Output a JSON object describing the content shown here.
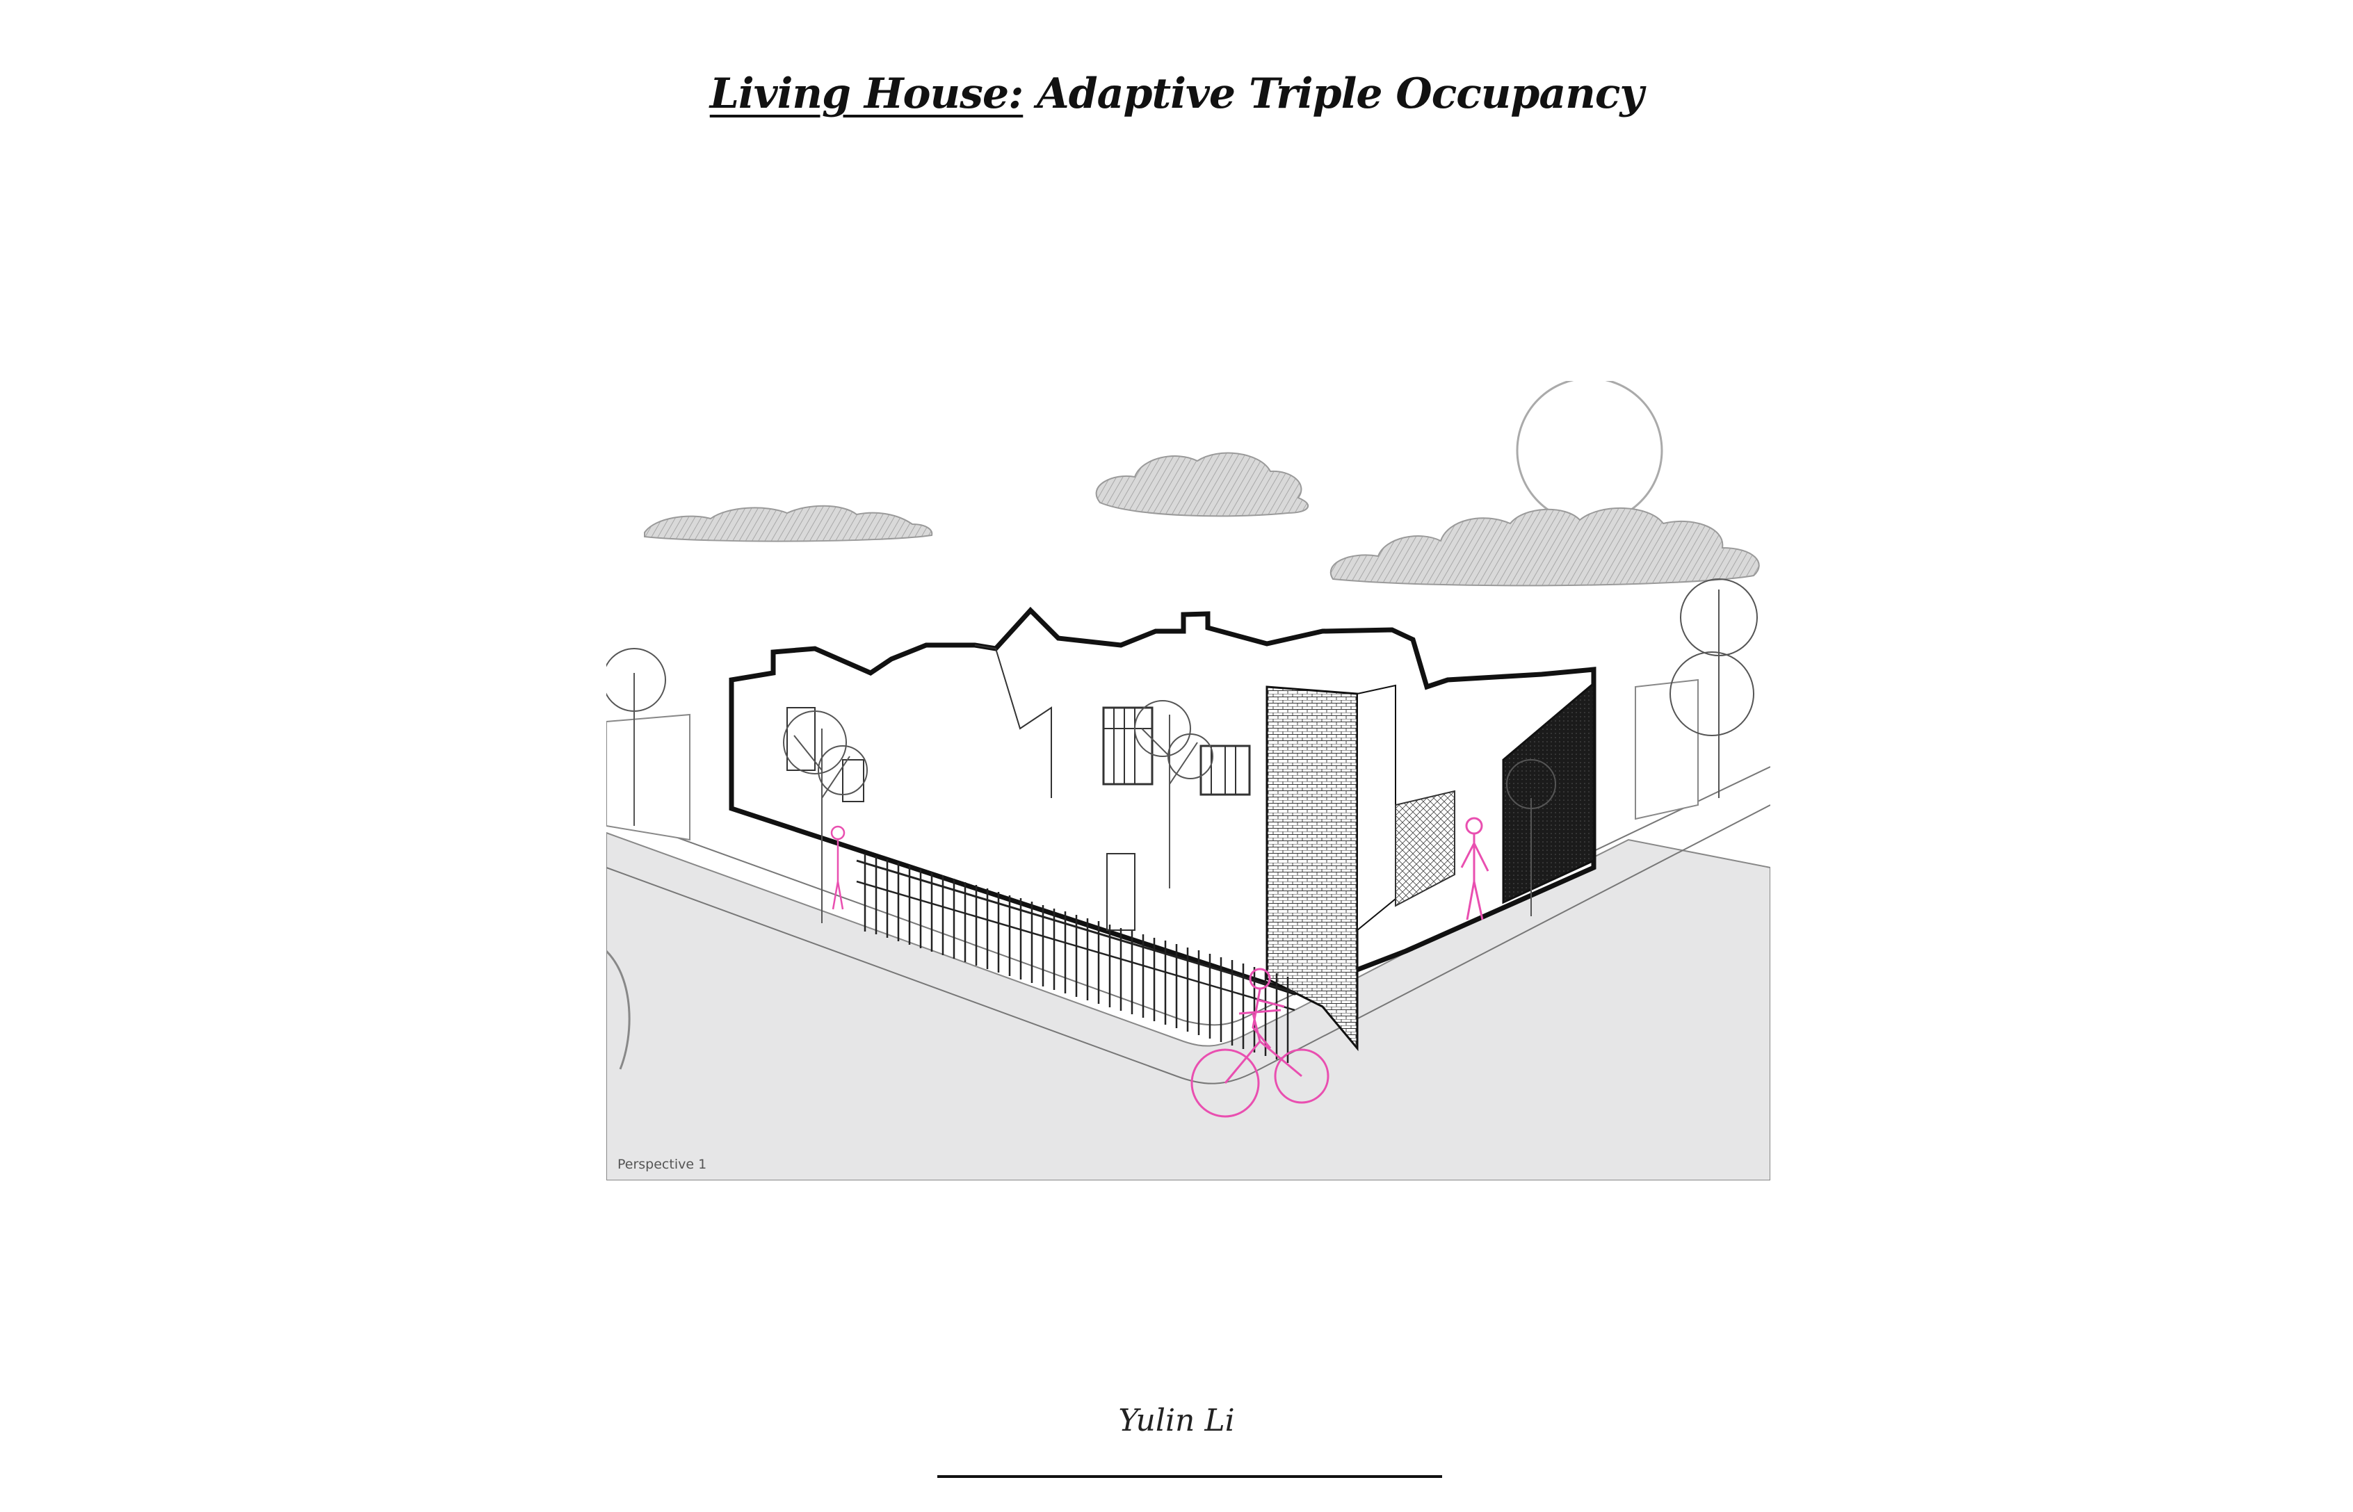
{
  "title": {
    "underlined": "Living House:",
    "rest": " Adaptive Triple Occupancy"
  },
  "drawing": {
    "caption": "Perspective 1"
  },
  "author": "Yulin Li",
  "colors": {
    "ink": "#111111",
    "road": "#e6e6e7",
    "cloud": "#b8b8b8",
    "accent_figures": "#e94fb0",
    "dark_facade": "#1b1b1b"
  }
}
